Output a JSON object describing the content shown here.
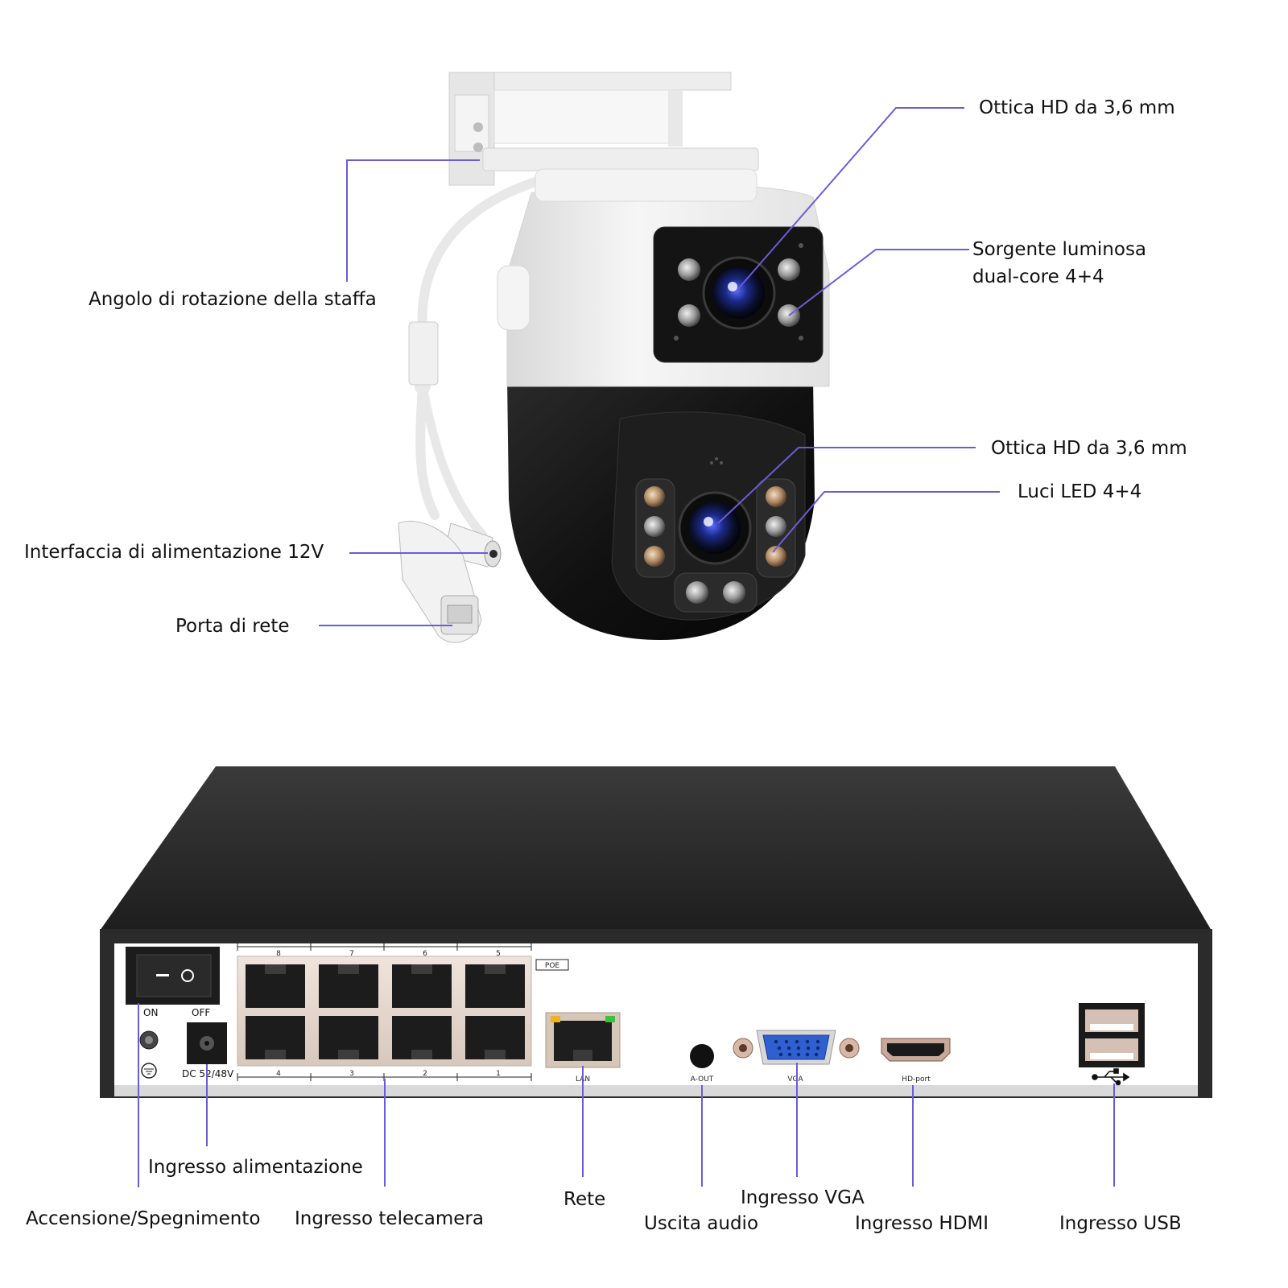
{
  "camera_labels": {
    "bracket_rotation": "Angolo di rotazione della staffa",
    "top_lens": "Ottica HD da 3,6 mm",
    "top_light_line1": "Sorgente luminosa",
    "top_light_line2": "dual-core 4+4",
    "bottom_lens": "Ottica HD da 3,6 mm",
    "bottom_leds": "Luci LED 4+4",
    "power_interface": "Interfaccia di alimentazione 12V",
    "network_port": "Porta di rete"
  },
  "nvr_labels": {
    "power_switch": "Accensione/Spegnimento",
    "power_input": "Ingresso alimentazione",
    "camera_input": "Ingresso telecamera",
    "network": "Rete",
    "audio_out": "Uscita audio",
    "vga_input": "Ingresso VGA",
    "hdmi_input": "Ingresso HDMI",
    "usb_input": "Ingresso USB"
  },
  "nvr_panel": {
    "switch_on": "ON",
    "switch_off": "OFF",
    "dc_label": "DC 52/48V",
    "poe_label": "POE",
    "lan_label": "LAN",
    "aout_label": "A-OUT",
    "vga_label": "VGA",
    "hd_label": "HD-port",
    "ports_top": [
      "8",
      "7",
      "6",
      "5"
    ],
    "ports_bottom": [
      "4",
      "3",
      "2",
      "1"
    ]
  },
  "colors": {
    "callout_line": "#6b5cd6",
    "nvr_body": "#2b2b2b",
    "camera_white": "#f2f2f2",
    "camera_black": "#151515"
  }
}
